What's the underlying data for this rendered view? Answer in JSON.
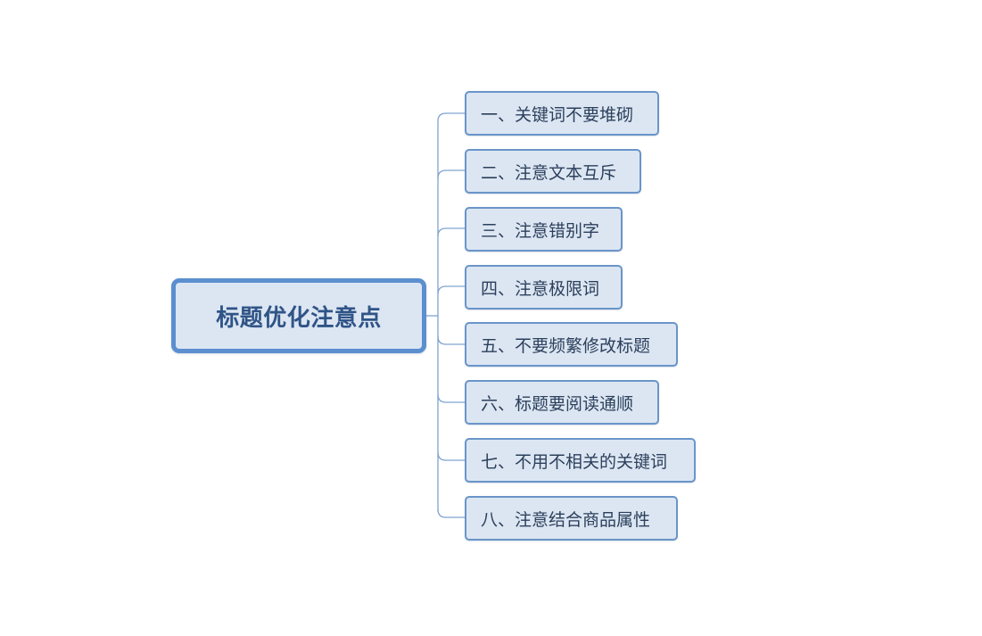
{
  "colors": {
    "node_fill": "#dce6f2",
    "root_border": "#5b8fcf",
    "branch_border": "#6a95c9",
    "root_text": "#2f5487",
    "branch_text": "#2b3f5c",
    "connector": "#7fa3cf"
  },
  "root": {
    "label": "标题优化注意点"
  },
  "branches": [
    {
      "label": "一、关键词不要堆砌"
    },
    {
      "label": "二、注意文本互斥"
    },
    {
      "label": "三、注意错别字"
    },
    {
      "label": "四、注意极限词"
    },
    {
      "label": "五、不要频繁修改标题"
    },
    {
      "label": "六、标题要阅读通顺"
    },
    {
      "label": "七、不用不相关的关键词"
    },
    {
      "label": "八、注意结合商品属性"
    }
  ]
}
